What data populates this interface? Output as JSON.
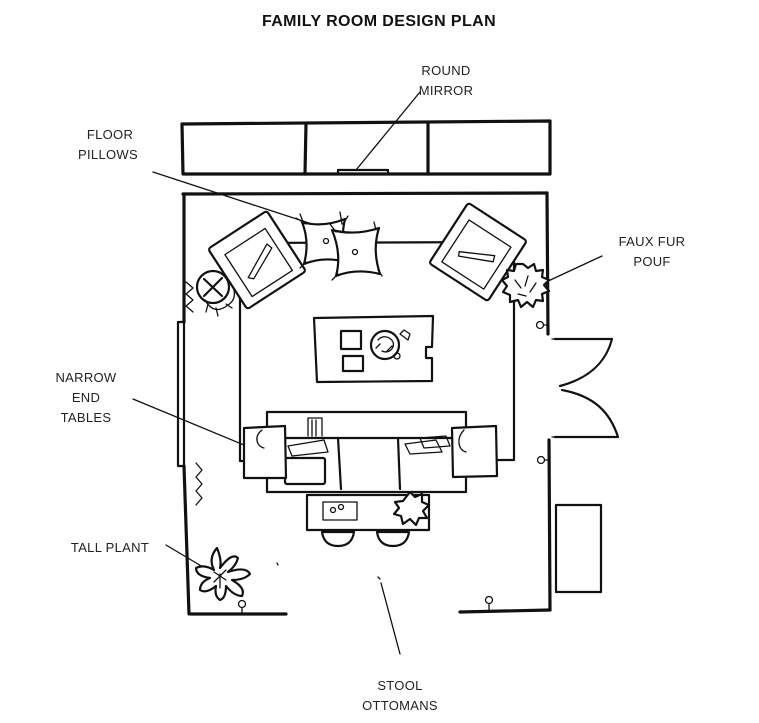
{
  "title": "FAMILY ROOM DESIGN PLAN",
  "labels": {
    "round_mirror": [
      "ROUND",
      "MIRROR"
    ],
    "floor_pillows": [
      "FLOOR",
      "PILLOWS"
    ],
    "faux_fur_pouf": [
      "FAUX FUR",
      "POUF"
    ],
    "narrow_end_tables": [
      "NARROW",
      "END",
      "TABLES"
    ],
    "tall_plant": [
      "TALL PLANT"
    ],
    "stool_ottomans": [
      "STOOL",
      "OTTOMANS"
    ]
  }
}
